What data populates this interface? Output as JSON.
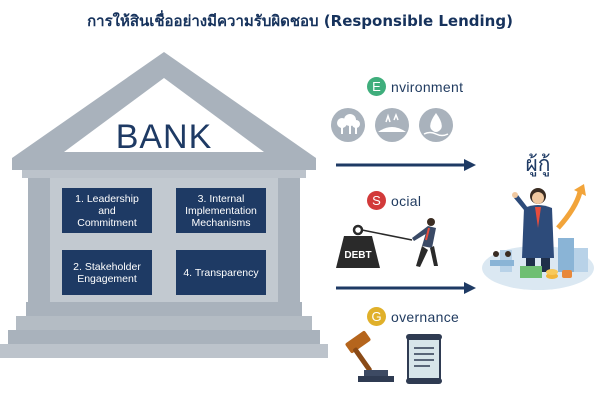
{
  "title": "การให้สินเชื่ออย่างมีความรับผิดชอบ (Responsible Lending)",
  "bank": {
    "label": "BANK",
    "pillars": [
      {
        "label": "1. Leadership\nand\nCommitment"
      },
      {
        "label": "3. Internal\nImplementation\nMechanisms"
      },
      {
        "label": "2. Stakeholder\nEngagement"
      },
      {
        "label": "4. Transparency"
      }
    ]
  },
  "esg": {
    "environment": {
      "letter": "E",
      "rest": "nvironment",
      "color": "#3fae7c",
      "icons": [
        "forest-icon",
        "dry-land-icon",
        "water-drop-icon"
      ]
    },
    "social": {
      "letter": "S",
      "rest": "ocial",
      "color": "#d23a3a",
      "debt_text": "DEBT"
    },
    "governance": {
      "letter": "G",
      "rest": "overnance",
      "color": "#e0b02a",
      "icons": [
        "gavel-icon",
        "document-scroll-icon"
      ]
    }
  },
  "borrower": {
    "label": "ผู้กู้"
  },
  "colors": {
    "navy": "#1e3a64",
    "building_gray": "#a9b2bc",
    "accent_orange": "#f2a43a"
  }
}
